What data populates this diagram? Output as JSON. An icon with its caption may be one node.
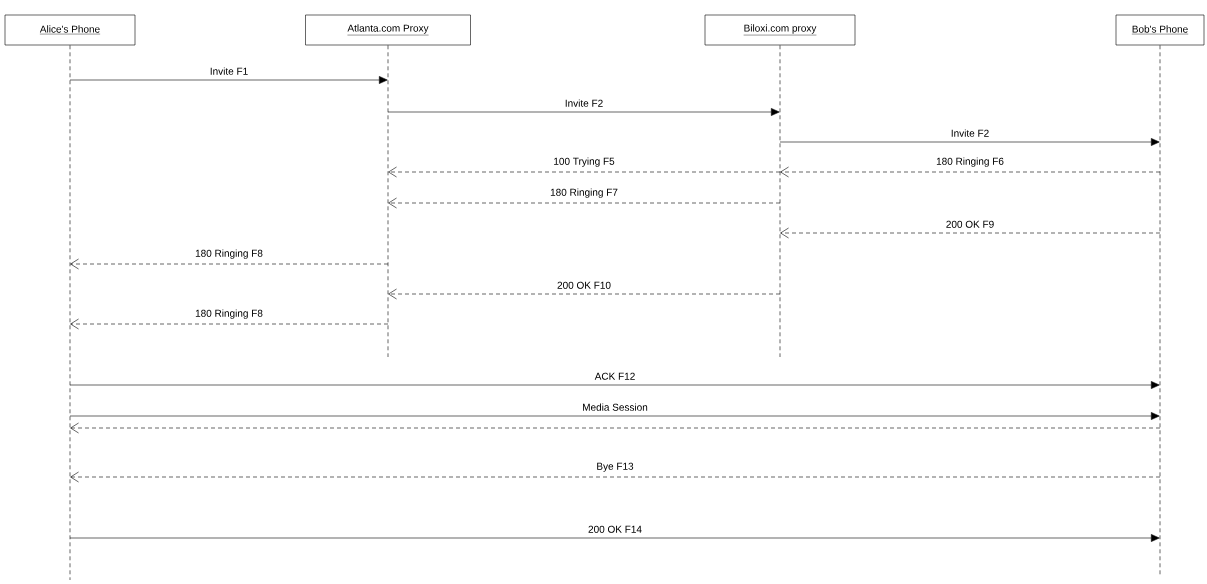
{
  "diagram": {
    "nodes": [
      {
        "text": [
          "Alice's Phone"
        ]
      },
      {
        "text": [
          "Atlanta.com Proxy"
        ]
      },
      {
        "text": [
          "Biloxi.com proxy"
        ]
      },
      {
        "text": [
          "Bob's Phone"
        ]
      }
    ],
    "edges": [
      {
        "from": 0,
        "to": 1,
        "arrow": "to",
        "label": "Invite F1"
      },
      {
        "from": 1,
        "to": 2,
        "arrow": "to",
        "label": "Invite F2"
      },
      {
        "from": 2,
        "to": 3,
        "arrow": "to",
        "label": "Invite F2"
      },
      {
        "from": 2,
        "to": 1,
        "arrow": "to",
        "label": "100 Trying F5",
        "style": "dashed"
      },
      {
        "from": 3,
        "to": 2,
        "arrow": "to",
        "label": "180 Ringing F6",
        "style": "dashed"
      },
      {
        "from": 2,
        "to": 1,
        "arrow": "to",
        "label": "180 Ringing F7",
        "style": "dashed"
      },
      {
        "from": 3,
        "to": 2,
        "arrow": "to",
        "label": "200 OK F9",
        "style": "dashed"
      },
      {
        "from": 1,
        "to": 0,
        "arrow": "to",
        "label": "180 Ringing F8",
        "style": "dashed"
      },
      {
        "from": 2,
        "to": 1,
        "arrow": "to",
        "label": "200 OK F10",
        "style": "dashed"
      },
      {
        "from": 1,
        "to": 0,
        "arrow": "to",
        "label": "180 Ringing F8",
        "style": "dashed"
      },
      {
        "from": 0,
        "to": 3,
        "arrow": "to",
        "label": "ACK F12"
      },
      {
        "from": 0,
        "to": 3,
        "arrow": "to",
        "label": "Media Session"
      },
      {
        "from": 3,
        "to": 0,
        "arrow": "to",
        "style": "dashed"
      },
      {
        "from": 3,
        "to": 0,
        "arrow": "to",
        "label": "Bye F13",
        "style": "dashed"
      },
      {
        "from": 0,
        "to": 3,
        "arrow": "to",
        "label": "200 OK F14"
      }
    ]
  }
}
